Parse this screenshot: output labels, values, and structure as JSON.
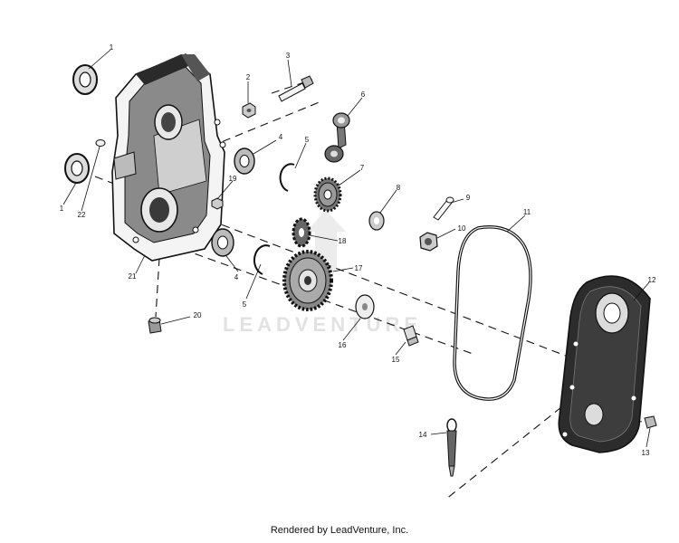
{
  "watermark": {
    "text": "LEADVENTURE"
  },
  "footer": {
    "text": "Rendered by LeadVenture, Inc."
  },
  "callouts": [
    {
      "id": "c1a",
      "label": "1"
    },
    {
      "id": "c1b",
      "label": "1"
    },
    {
      "id": "c2",
      "label": "2"
    },
    {
      "id": "c3",
      "label": "3"
    },
    {
      "id": "c4a",
      "label": "4"
    },
    {
      "id": "c4b",
      "label": "4"
    },
    {
      "id": "c5a",
      "label": "5"
    },
    {
      "id": "c5b",
      "label": "5"
    },
    {
      "id": "c6",
      "label": "6"
    },
    {
      "id": "c7",
      "label": "7"
    },
    {
      "id": "c8",
      "label": "8"
    },
    {
      "id": "c9",
      "label": "9"
    },
    {
      "id": "c10",
      "label": "10"
    },
    {
      "id": "c11",
      "label": "11"
    },
    {
      "id": "c12",
      "label": "12"
    },
    {
      "id": "c13",
      "label": "13"
    },
    {
      "id": "c14",
      "label": "14"
    },
    {
      "id": "c15",
      "label": "15"
    },
    {
      "id": "c16",
      "label": "16"
    },
    {
      "id": "c17",
      "label": "17"
    },
    {
      "id": "c18",
      "label": "18"
    },
    {
      "id": "c19",
      "label": "19"
    },
    {
      "id": "c20",
      "label": "20"
    },
    {
      "id": "c21",
      "label": "21"
    },
    {
      "id": "c22",
      "label": "22"
    }
  ]
}
